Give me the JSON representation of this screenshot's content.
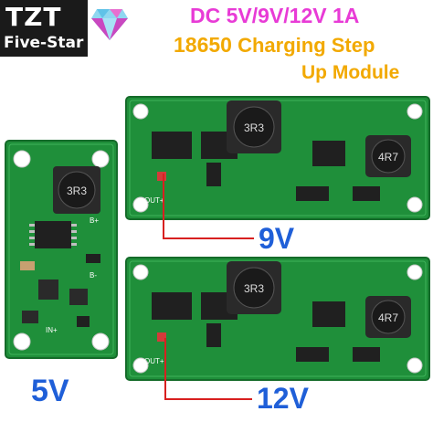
{
  "brand": {
    "name": "TZT",
    "tagline": "Five-Star"
  },
  "title": {
    "line1": "DC 5V/9V/12V 1A",
    "line2_num": "18650",
    "line2_rest": " Charging Step",
    "line3": "Up Module"
  },
  "labels": {
    "v9": "9V",
    "v12": "12V",
    "v5": "5V"
  },
  "board_marks": {
    "inductor_a": "3R3",
    "inductor_b": "4R7",
    "in_plus": "IN+",
    "out_plus": "OUT+",
    "b_plus": "B+",
    "b_minus": "B-"
  },
  "colors": {
    "pcb": "#1f8f3a",
    "title_pink": "#e83bd6",
    "title_orange": "#f2a900",
    "label_blue": "#1f5fd8",
    "leader_red": "#d82020"
  }
}
